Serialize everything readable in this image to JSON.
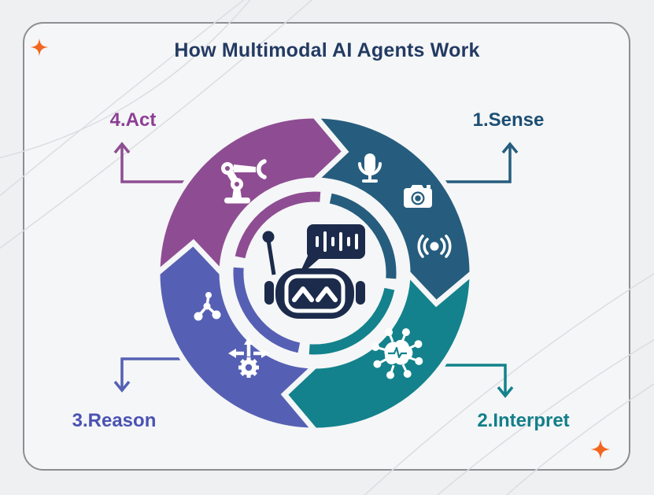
{
  "title": "How Multimodal AI Agents Work",
  "steps": [
    {
      "order": "1",
      "label": "1.Sense",
      "position": "top-right",
      "color": "#265d7e",
      "icons": [
        "microphone-icon",
        "camera-icon",
        "sensor-signal-icon"
      ]
    },
    {
      "order": "2",
      "label": "2.Interpret",
      "position": "bottom-right",
      "color": "#13828c",
      "icons": [
        "brain-network-icon"
      ]
    },
    {
      "order": "3",
      "label": "3.Reason",
      "position": "bottom-left",
      "color": "#5560b4",
      "icons": [
        "node-tree-icon",
        "decision-gear-icon"
      ]
    },
    {
      "order": "4",
      "label": "4.Act",
      "position": "top-left",
      "color": "#8e4d92",
      "icons": [
        "robot-arm-icon"
      ]
    }
  ],
  "center": {
    "icon": "chatbot-robot-icon",
    "color": "#1c2b4b"
  },
  "decor": {
    "sparkle_color": "#f2661f",
    "line_color": "#dcdde1"
  }
}
